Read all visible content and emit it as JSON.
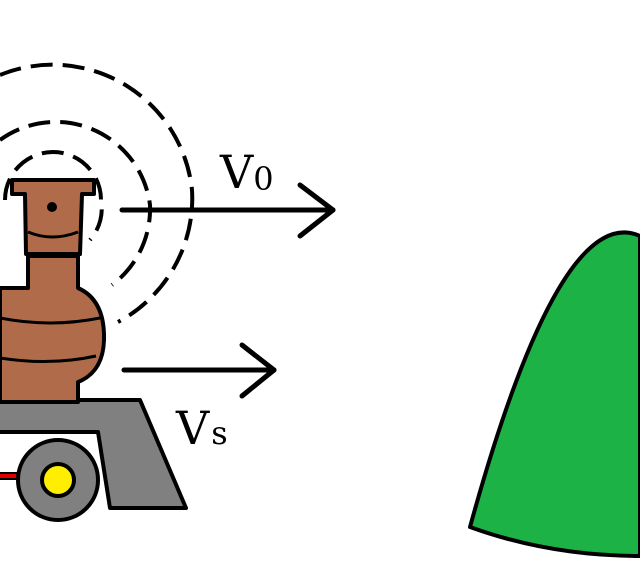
{
  "labels": {
    "sound_velocity": {
      "main": "V",
      "sub": "0"
    },
    "source_velocity": {
      "main": "V",
      "sub": "s"
    }
  },
  "colors": {
    "background": "#ffffff",
    "train_body": "#b06c4a",
    "chassis": "#808080",
    "wheel_hub": "#ffee00",
    "axle_rod": "#e00000",
    "hill": "#1db245",
    "ink": "#000000"
  },
  "icons": {
    "sound_waves": "sound-wave-arcs-icon",
    "train": "steam-train-icon",
    "hill": "hill-icon"
  }
}
